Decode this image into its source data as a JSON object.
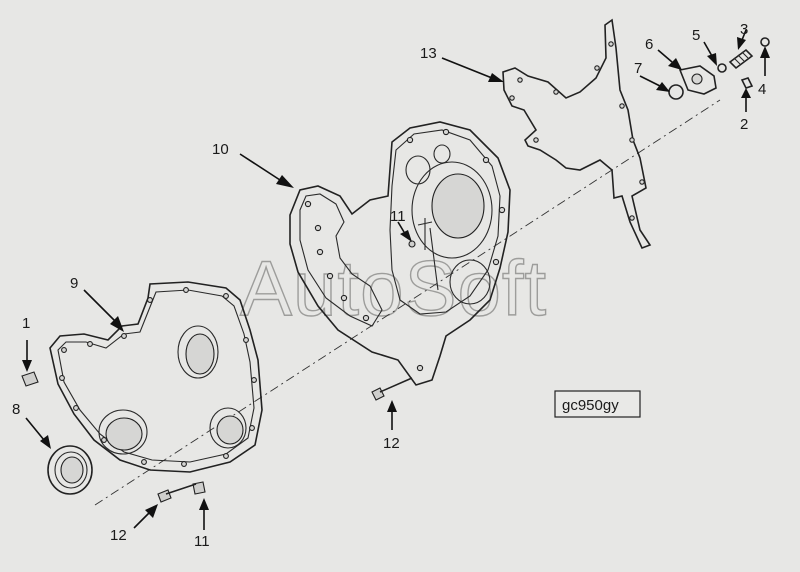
{
  "watermark": "AutoSoft",
  "diagram_code": "gc950gy",
  "callouts": [
    {
      "id": "callout-1",
      "label": "1"
    },
    {
      "id": "callout-2",
      "label": "2"
    },
    {
      "id": "callout-3",
      "label": "3"
    },
    {
      "id": "callout-4",
      "label": "4"
    },
    {
      "id": "callout-5",
      "label": "5"
    },
    {
      "id": "callout-6",
      "label": "6"
    },
    {
      "id": "callout-7",
      "label": "7"
    },
    {
      "id": "callout-8",
      "label": "8"
    },
    {
      "id": "callout-9",
      "label": "9"
    },
    {
      "id": "callout-10",
      "label": "10"
    },
    {
      "id": "callout-11-upper",
      "label": "11"
    },
    {
      "id": "callout-11-lower",
      "label": "11"
    },
    {
      "id": "callout-12-center",
      "label": "12"
    },
    {
      "id": "callout-12-lower",
      "label": "12"
    },
    {
      "id": "callout-13",
      "label": "13"
    }
  ]
}
